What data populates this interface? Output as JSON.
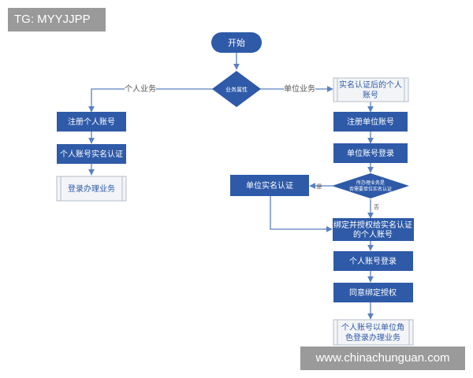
{
  "watermarks": {
    "top_left": "TG: MYYJJPP",
    "bottom_right": "www.chinachunguan.com"
  },
  "colors": {
    "node_fill": "#2e5aa8",
    "node_text": "#ffffff",
    "connector": "#5b80bf",
    "light_box_fill": "#f3f4f7",
    "light_box_border": "#b6bcc9",
    "light_box_text": "#2e5aa8",
    "edge_label": "#555555"
  },
  "flow": {
    "start": "开始",
    "decision_business": "业务属性",
    "branch_left_label": "个人业务",
    "branch_right_label": "单位业务",
    "left": {
      "register": "注册个人账号",
      "verify": "个人账号实名认证",
      "login_business": "登录办理业务"
    },
    "right": {
      "verified_account": [
        "实名认证后的个人",
        "账号"
      ],
      "register": "注册单位账号",
      "login": "单位账号登录",
      "decision_needs_verify": [
        "所办理业务是",
        "否需要单位实名认证"
      ],
      "yes_label": "是",
      "no_label": "否",
      "org_verify": "单位实名认证",
      "bind": [
        "绑定并授权给实名认证",
        "的个人账号"
      ],
      "personal_login": "个人账号登录",
      "agree_bind": "同意绑定授权",
      "final": [
        "个人账号以单位角",
        "色登录办理业务"
      ]
    }
  }
}
